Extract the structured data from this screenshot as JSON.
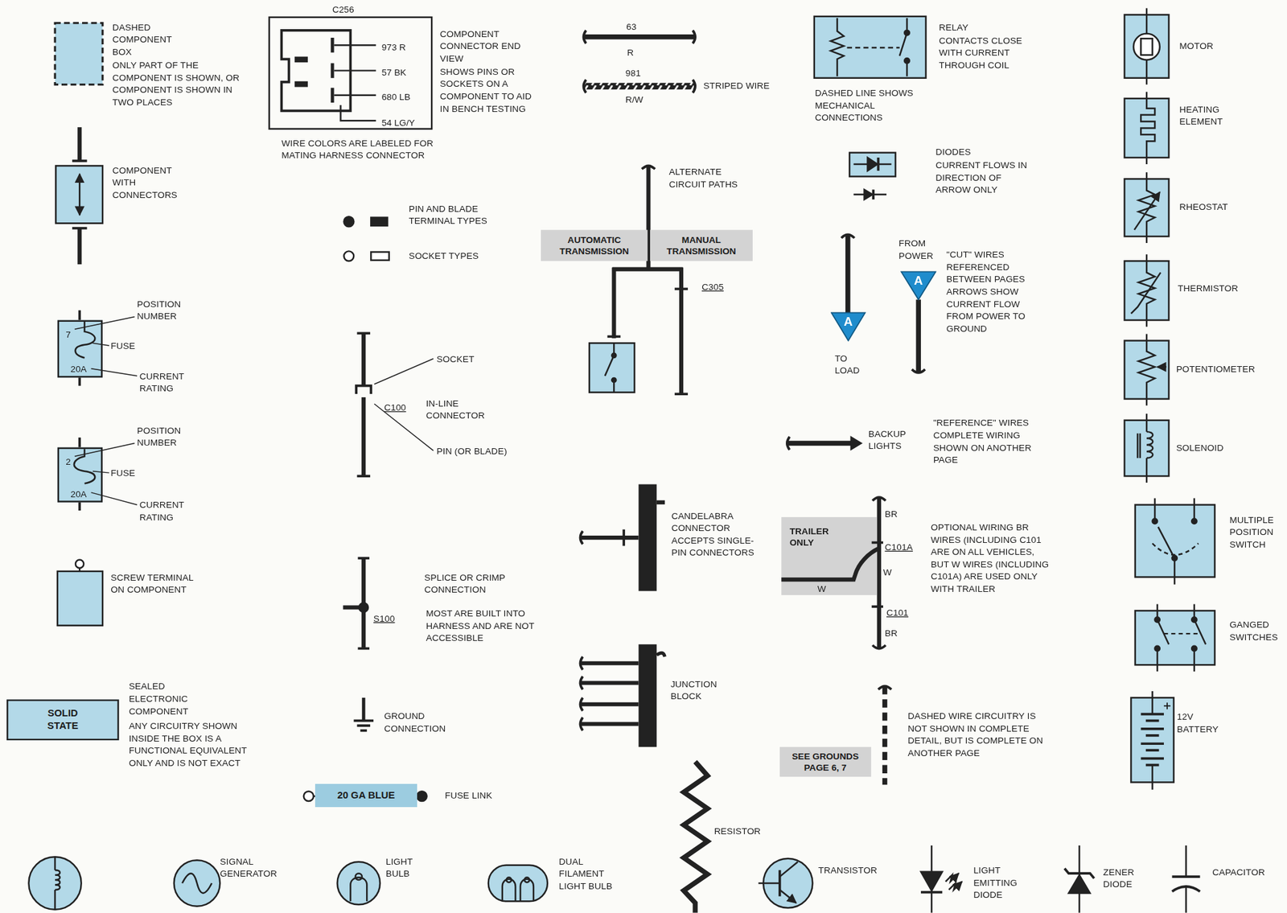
{
  "diagram": {
    "nodes": [
      {
        "text": [
          "C256",
          "973 R",
          "57 BK",
          "680 LB",
          "54 LG/Y"
        ]
      },
      {
        "text": [
          "7",
          "20A"
        ]
      },
      {
        "text": [
          "2",
          "20A"
        ]
      },
      {
        "text": [
          "SOLID STATE"
        ]
      },
      {
        "text": [
          "20 GA BLUE"
        ]
      },
      {
        "text": [
          "AUTOMATIC TRANSMISSION"
        ]
      },
      {
        "text": [
          "MANUAL TRANSMISSION"
        ]
      },
      {
        "text": [
          "A"
        ]
      },
      {
        "text": [
          "A"
        ]
      },
      {
        "text": [
          "TRAILER ONLY",
          "W"
        ]
      },
      {
        "text": [
          "SEE GROUNDS PAGE 6, 7"
        ]
      }
    ],
    "labels": [
      "DASHED COMPONENT BOX",
      "ONLY PART OF THE COMPONENT IS SHOWN, OR COMPONENT IS SHOWN IN TWO PLACES",
      "COMPONENT CONNECTOR END VIEW",
      "SHOWS PINS OR SOCKETS ON A COMPONENT TO AID IN BENCH TESTING",
      "WIRE COLORS ARE LABELED FOR MATING HARNESS CONNECTOR",
      "COMPONENT WITH CONNECTORS",
      "PIN AND BLADE TERMINAL TYPES",
      "SOCKET TYPES",
      "POSITION NUMBER",
      "FUSE",
      "CURRENT RATING",
      "POSITION NUMBER",
      "FUSE",
      "CURRENT RATING",
      "SCREW TERMINAL ON COMPONENT",
      "SEALED ELECTRONIC COMPONENT",
      "ANY CIRCUITRY SHOWN INSIDE THE BOX IS A FUNCTIONAL EQUIVALENT ONLY AND IS NOT EXACT",
      "GROUND CONNECTION",
      "FUSE LINK",
      "SIGNAL GENERATOR",
      "LIGHT BULB",
      "DUAL FILAMENT LIGHT BULB",
      "SOCKET",
      "C100",
      "IN-LINE CONNECTOR",
      "PIN (OR BLADE)",
      "SPLICE OR CRIMP CONNECTION",
      "S100",
      "MOST ARE BUILT INTO HARNESS AND ARE NOT ACCESSIBLE",
      "63",
      "R",
      "981",
      "R/W",
      "STRIPED WIRE",
      "ALTERNATE CIRCUIT PATHS",
      "C305",
      "CANDELABRA CONNECTOR ACCEPTS SINGLE-PIN CONNECTORS",
      "JUNCTION BLOCK",
      "RESISTOR",
      "TRANSISTOR",
      "LIGHT EMITTING DIODE",
      "ZENER DIODE",
      "CAPACITOR",
      "RELAY",
      "CONTACTS CLOSE WITH CURRENT THROUGH COIL",
      "DASHED LINE SHOWS MECHANICAL CONNECTIONS",
      "DIODES",
      "CURRENT FLOWS IN DIRECTION OF ARROW ONLY",
      "TO LOAD",
      "FROM POWER",
      "\"CUT\" WIRES REFERENCED BETWEEN PAGES ARROWS SHOW CURRENT FLOW FROM POWER TO GROUND",
      "BACKUP LIGHTS",
      "\"REFERENCE\" WIRES COMPLETE WIRING SHOWN ON ANOTHER PAGE",
      "BR",
      "C101A",
      "W",
      "C101",
      "BR",
      "OPTIONAL WIRING BR WIRES (INCLUDING C101 ARE ON ALL VEHICLES, BUT W WIRES (INCLUDING C101A) ARE USED ONLY WITH TRAILER",
      "DASHED WIRE CIRCUITRY IS NOT SHOWN IN COMPLETE DETAIL, BUT IS COMPLETE ON ANOTHER PAGE",
      "MOTOR",
      "HEATING ELEMENT",
      "RHEOSTAT",
      "THERMISTOR",
      "POTENTIOMETER",
      "SOLENOID",
      "MULTIPLE POSITION SWITCH",
      "GANGED SWITCHES",
      "12V BATTERY"
    ]
  }
}
